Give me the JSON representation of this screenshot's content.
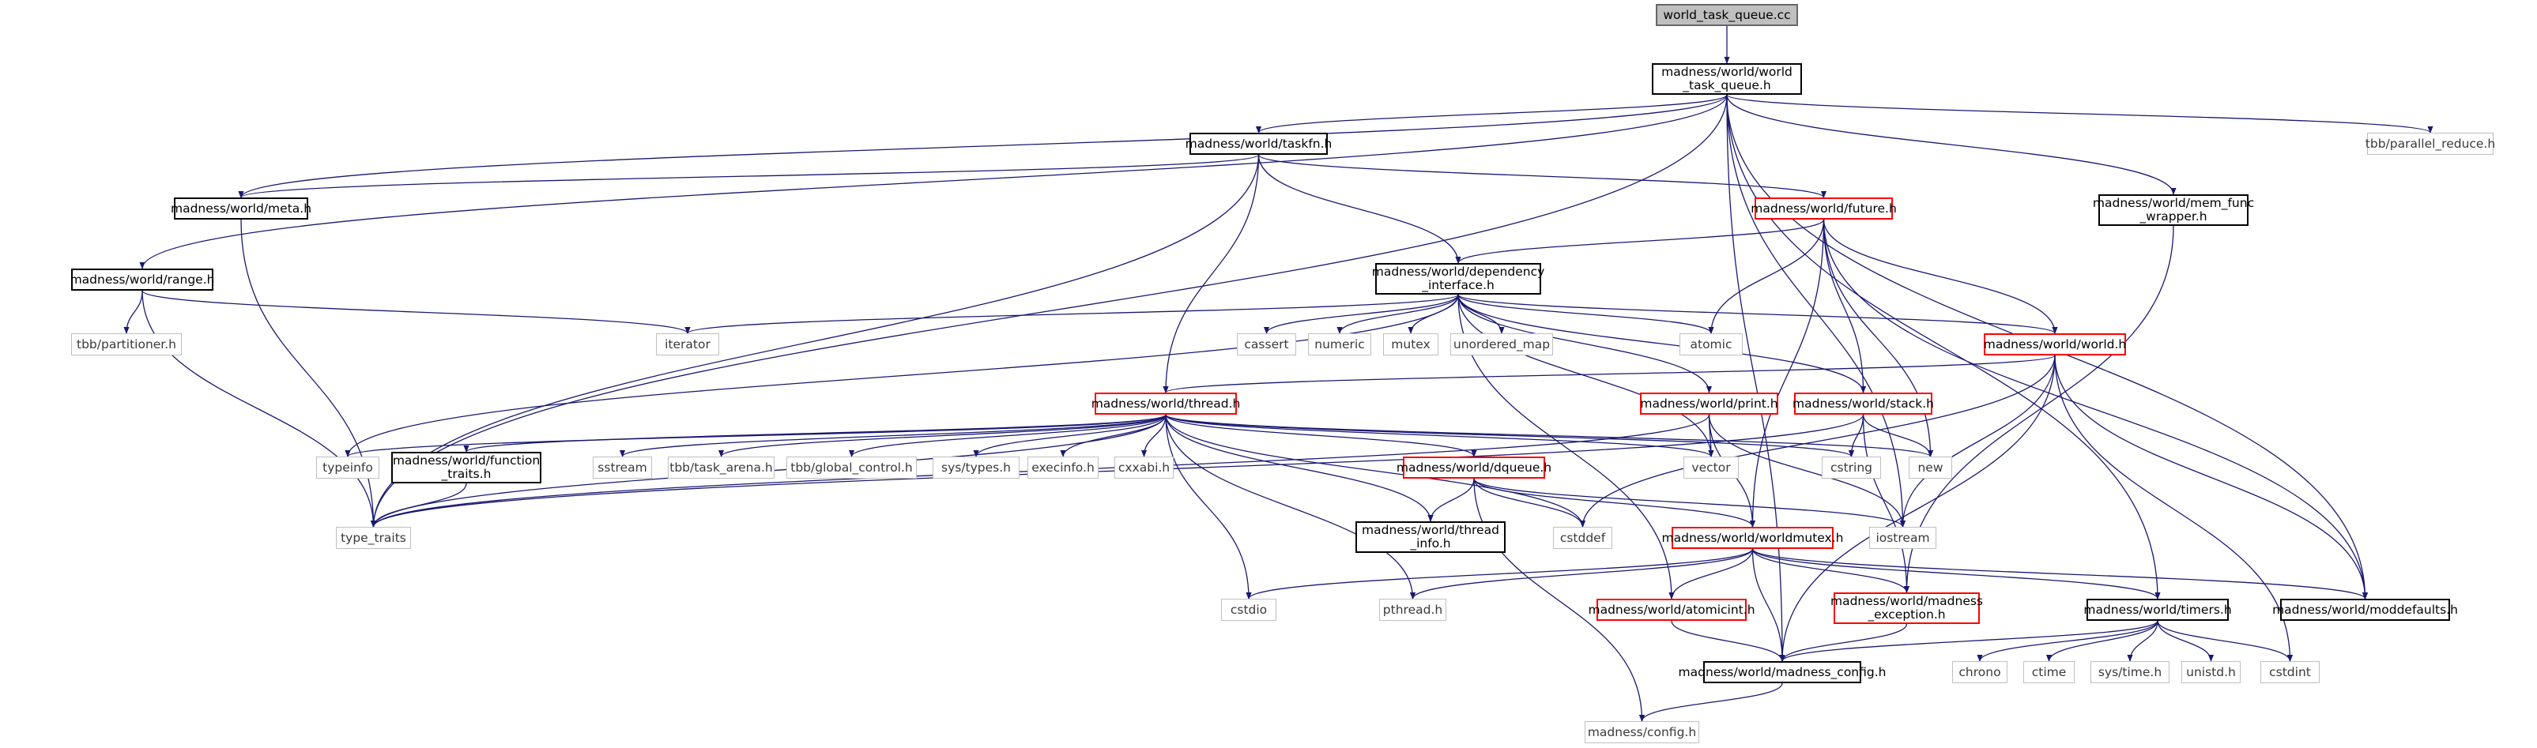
{
  "diagram": {
    "nodes": {
      "root": "world_task_queue.cc",
      "wtq": "madness/world/world\n_task_queue.h",
      "taskfn": "madness/world/taskfn.h",
      "pr": "tbb/parallel_reduce.h",
      "meta": "madness/world/meta.h",
      "future": "madness/world/future.h",
      "mfw": "madness/world/mem_func\n_wrapper.h",
      "range": "madness/world/range.h",
      "dep": "madness/world/dependency\n_interface.h",
      "part": "tbb/partitioner.h",
      "iter": "iterator",
      "cassert": "cassert",
      "numeric": "numeric",
      "mutex": "mutex",
      "umap": "unordered_map",
      "atomic": "atomic",
      "world": "madness/world/world.h",
      "thread": "madness/world/thread.h",
      "print": "madness/world/print.h",
      "stack": "madness/world/stack.h",
      "typeinfo": "typeinfo",
      "ftraits": "madness/world/function\n_traits.h",
      "sstream": "sstream",
      "arena": "tbb/task_arena.h",
      "gctrl": "tbb/global_control.h",
      "systypes": "sys/types.h",
      "execinfo": "execinfo.h",
      "cxxabi": "cxxabi.h",
      "dqueue": "madness/world/dqueue.h",
      "vector": "vector",
      "cstring": "cstring",
      "new": "new",
      "ttraits": "type_traits",
      "tinfo": "madness/world/thread\n_info.h",
      "cstddef": "cstddef",
      "iostream": "iostream",
      "wmutex": "madness/world/worldmutex.h",
      "cstdio": "cstdio",
      "pthread": "pthread.h",
      "aint": "madness/world/atomicint.h",
      "mexc": "madness/world/madness\n_exception.h",
      "timers": "madness/world/timers.h",
      "mdef": "madness/world/madness_config.h",
      "mdefaults": "madness/world/moddefaults.h",
      "chrono": "chrono",
      "ctime": "ctime",
      "systime": "sys/time.h",
      "unistd": "unistd.h",
      "cstdint": "cstdint",
      "config": "madness/config.h"
    },
    "colors": {
      "edge": "#191970",
      "std_border": "#bfbfbf",
      "doc_border": "#000000",
      "incomplete_border": "#ff0000",
      "root_fill": "#bfbfbf"
    }
  }
}
